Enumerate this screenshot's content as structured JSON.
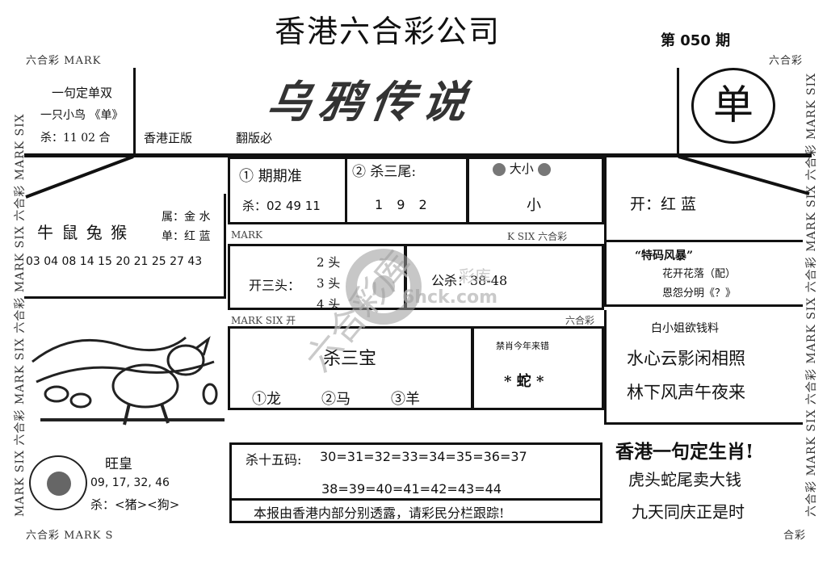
{
  "header": {
    "company": "香港六合彩公司",
    "issue": "第 050 期",
    "title": "乌鸦传说",
    "seal": "单"
  },
  "margin_labels": {
    "top_left": "六合彩 MARK",
    "top_right": "六合彩",
    "bottom_left": "六合彩 MARK S",
    "bottom_right": "合彩",
    "vertical_left": "MARK SIX 六合彩 MARK SIX 六合彩 MARK SIX 六合彩 MARK SIX",
    "vertical_right": "六合彩 MARK SIX 六合彩 MARK SIX 六合彩 MARK SIX 六合彩 MARK SIX",
    "strip1_left": "MARK",
    "strip1_right": "K SIX 六合彩",
    "strip2_left": "MARK SIX 开",
    "strip2_right": "六合彩"
  },
  "left_top": {
    "line1": "一句定单双",
    "line2": "一只小鸟 《单》",
    "line3": "杀：11 02 合"
  },
  "edition": {
    "label1": "香港正版",
    "label2": "翻版必"
  },
  "zodiac_box": {
    "attr": "属：金 水",
    "color": "单：红 蓝",
    "animals": "牛 鼠 兔 猴",
    "numbers": "03 04 08 14 15 20 21 25 27 43"
  },
  "row1": {
    "hit_icon": "①",
    "hit_label": "期期准",
    "hit_kill": "杀：02 49 11",
    "tail_icon": "②",
    "tail_label": "杀三尾:",
    "tail_values": "1 9 2",
    "size_label": "大小",
    "size_value": "小"
  },
  "right_open": "开：红 蓝",
  "row2": {
    "label": "开三头：",
    "heads": [
      "2 头",
      "3 头",
      "4 头"
    ],
    "kill_label": "公杀：38-48"
  },
  "storm": {
    "title": "“特码风暴”",
    "line1": "花开花落（配）",
    "line2": "恩怨分明《？》"
  },
  "treasure": {
    "title": "杀三宝",
    "items": [
      "①龙",
      "②马",
      "③羊"
    ]
  },
  "banned": {
    "title": "禁肖今年来错",
    "value": "* 蛇 *"
  },
  "lady": {
    "title": "白小姐欲钱料",
    "line1": "水心云影闲相照",
    "line2": "林下风声午夜来"
  },
  "wang": {
    "title": "旺皇",
    "numbers": "09, 17, 32, 46",
    "kill": "杀：<猪><狗>"
  },
  "kill15": {
    "label": "杀十五码:",
    "row1": "30=31=32=33=34=35=36=37",
    "row2": "38=39=40=41=42=43=44"
  },
  "hk_line": {
    "title": "香港一句定生肖!",
    "line1": "虎头蛇尾卖大钱",
    "line2": "九天同庆正是时"
  },
  "footer_note": "本报由香港内部分别透露，请彩民分栏跟踪!",
  "watermark": {
    "line1": "六合彩库",
    "line2": "6hck.com",
    "line3": "彩库"
  }
}
